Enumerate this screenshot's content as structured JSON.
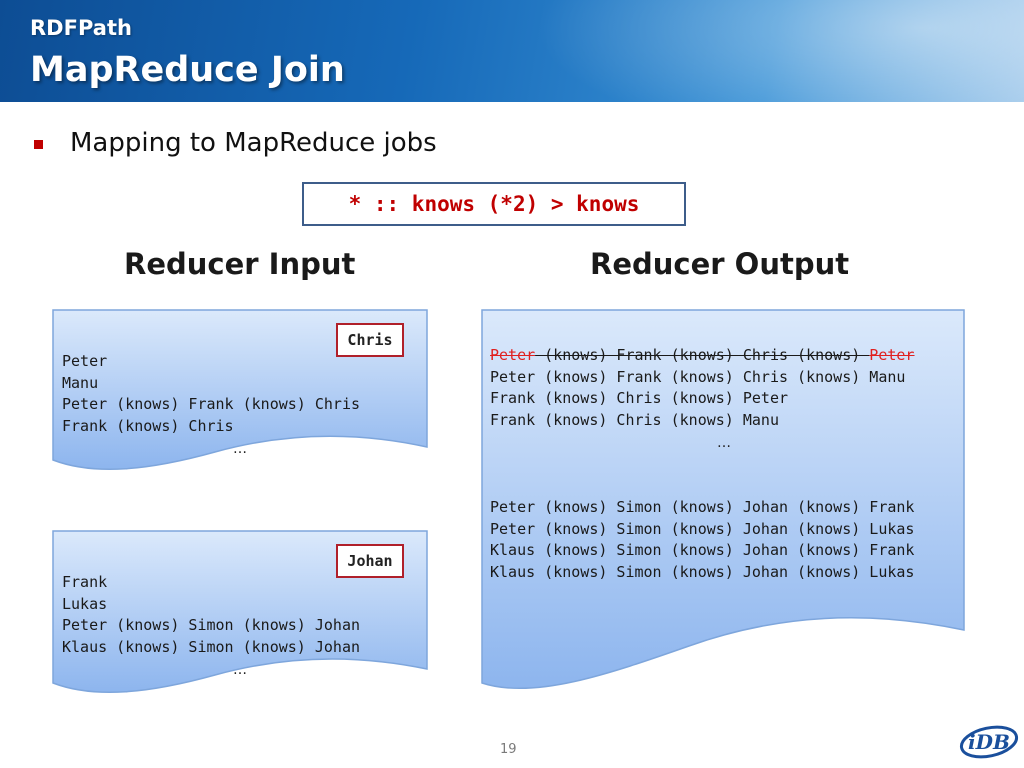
{
  "header": {
    "subtitle": "RDFPath",
    "title": "MapReduce Join"
  },
  "bullet": {
    "text": "Mapping to MapReduce jobs"
  },
  "query": "* :: knows (*2) > knows",
  "headings": {
    "input": "Reducer Input",
    "output": "Reducer Output"
  },
  "input_cards": [
    {
      "key": "Chris",
      "lines": [
        "Peter",
        "Manu",
        "Peter (knows) Frank (knows) Chris",
        "Frank (knows) Chris"
      ],
      "ellipsis": "…"
    },
    {
      "key": "Johan",
      "lines": [
        "Frank",
        "Lukas",
        "Peter (knows) Simon (knows) Johan",
        "Klaus (knows) Simon (knows) Johan"
      ],
      "ellipsis": "…"
    }
  ],
  "output_card": {
    "struck_line": {
      "start": "Peter",
      "middle": " (knows) Frank (knows) Chris (knows) ",
      "end": "Peter"
    },
    "group1": [
      "Peter (knows) Frank (knows) Chris (knows) Manu",
      "Frank (knows) Chris (knows) Peter",
      "Frank (knows) Chris (knows) Manu"
    ],
    "ellipsis": "…",
    "group2": [
      "Peter (knows) Simon (knows) Johan (knows) Frank",
      "Peter (knows) Simon (knows) Johan (knows) Lukas",
      "Klaus (knows) Simon (knows) Johan (knows) Frank",
      "Klaus (knows) Simon (knows) Johan (knows) Lukas"
    ]
  },
  "footer": {
    "page_number": "19",
    "logo_text": "iDB"
  },
  "colors": {
    "accent_red": "#c00000",
    "card_top": "#d8e7fb",
    "card_bottom": "#8fb7ef",
    "card_border": "#7ea6dc"
  }
}
